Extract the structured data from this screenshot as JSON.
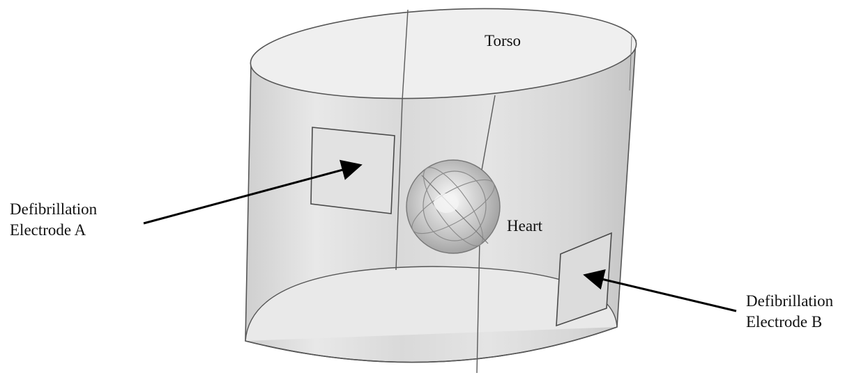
{
  "labels": {
    "torso": "Torso",
    "heart": "Heart",
    "electrode_a": {
      "line1": "Defibrillation",
      "line2": "Electrode A"
    },
    "electrode_b": {
      "line1": "Defibrillation",
      "line2": "Electrode B"
    }
  },
  "colors": {
    "cylinder_fill": "#e6e6e6",
    "outline": "#555555",
    "arrow": "#000000",
    "heart_fill": "#c8c8c8"
  }
}
